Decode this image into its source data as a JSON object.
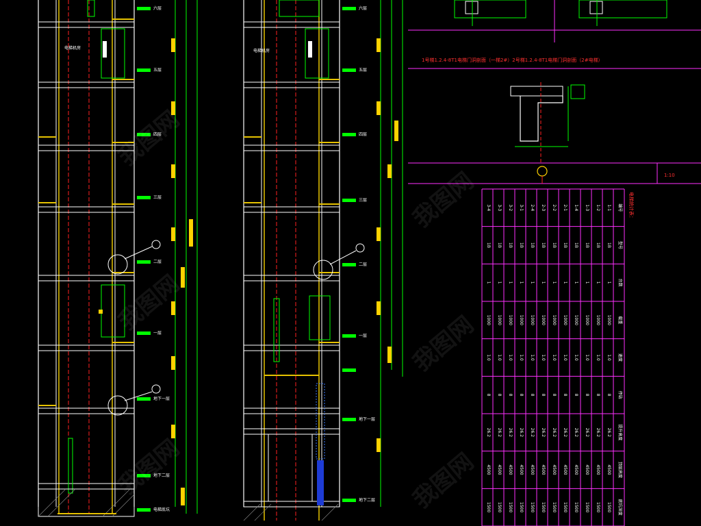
{
  "drawing": {
    "left_section_labels": [
      "六层",
      "五层",
      "四层",
      "三层",
      "二层",
      "一层",
      "地下一层",
      "地下二层",
      "电梯底坑"
    ],
    "right_section_labels": [
      "六层",
      "五层",
      "四层",
      "三层",
      "二层",
      "一层",
      "地下一层",
      "地下二层"
    ],
    "detail_caption": "1号梯1.2.4-8T1电梯门洞剖面（一梯2#）2号梯1.2.4-8T1电梯门洞剖面（2#电梯）",
    "scale_text": "1:10",
    "table_title": "电梯统计表："
  },
  "table": {
    "headers": [
      "编号",
      "型号",
      "台数",
      "载重",
      "速度",
      "停站",
      "提升高度",
      "顶层高度",
      "底坑深度"
    ],
    "rows": [
      [
        "1-1",
        "1B",
        "1",
        "1000",
        "1.0",
        "8",
        "26.2",
        "4500",
        "1500"
      ],
      [
        "1-2",
        "1B",
        "1",
        "1000",
        "1.0",
        "8",
        "26.2",
        "4500",
        "1500"
      ],
      [
        "1-3",
        "1B",
        "1",
        "1000",
        "1.0",
        "8",
        "26.2",
        "4500",
        "1500"
      ],
      [
        "1-4",
        "1B",
        "1",
        "1000",
        "1.0",
        "8",
        "26.2",
        "4500",
        "1500"
      ],
      [
        "2-1",
        "1B",
        "1",
        "1000",
        "1.0",
        "8",
        "26.2",
        "4500",
        "1500"
      ],
      [
        "2-2",
        "1B",
        "1",
        "1000",
        "1.0",
        "8",
        "26.2",
        "4500",
        "1500"
      ],
      [
        "2-3",
        "1B",
        "1",
        "1000",
        "1.0",
        "8",
        "26.2",
        "4500",
        "1500"
      ],
      [
        "2-4",
        "1B",
        "1",
        "1000",
        "1.0",
        "8",
        "26.2",
        "4500",
        "1500"
      ],
      [
        "3-1",
        "1B",
        "1",
        "1000",
        "1.0",
        "8",
        "26.2",
        "4500",
        "1500"
      ],
      [
        "3-2",
        "1B",
        "1",
        "1000",
        "1.0",
        "8",
        "26.2",
        "4500",
        "1500"
      ],
      [
        "3-3",
        "1B",
        "1",
        "1000",
        "1.0",
        "8",
        "26.2",
        "4500",
        "1500"
      ],
      [
        "3-4",
        "1B",
        "1",
        "1000",
        "1.0",
        "8",
        "26.2",
        "4500",
        "1500"
      ]
    ]
  },
  "watermark": "我图网",
  "colors": {
    "background": "#000000",
    "wall": "#ffffff",
    "axis": "#ff2020",
    "dimension": "#00ff00",
    "tag": "#ffd200",
    "table": "#ff30ff"
  }
}
